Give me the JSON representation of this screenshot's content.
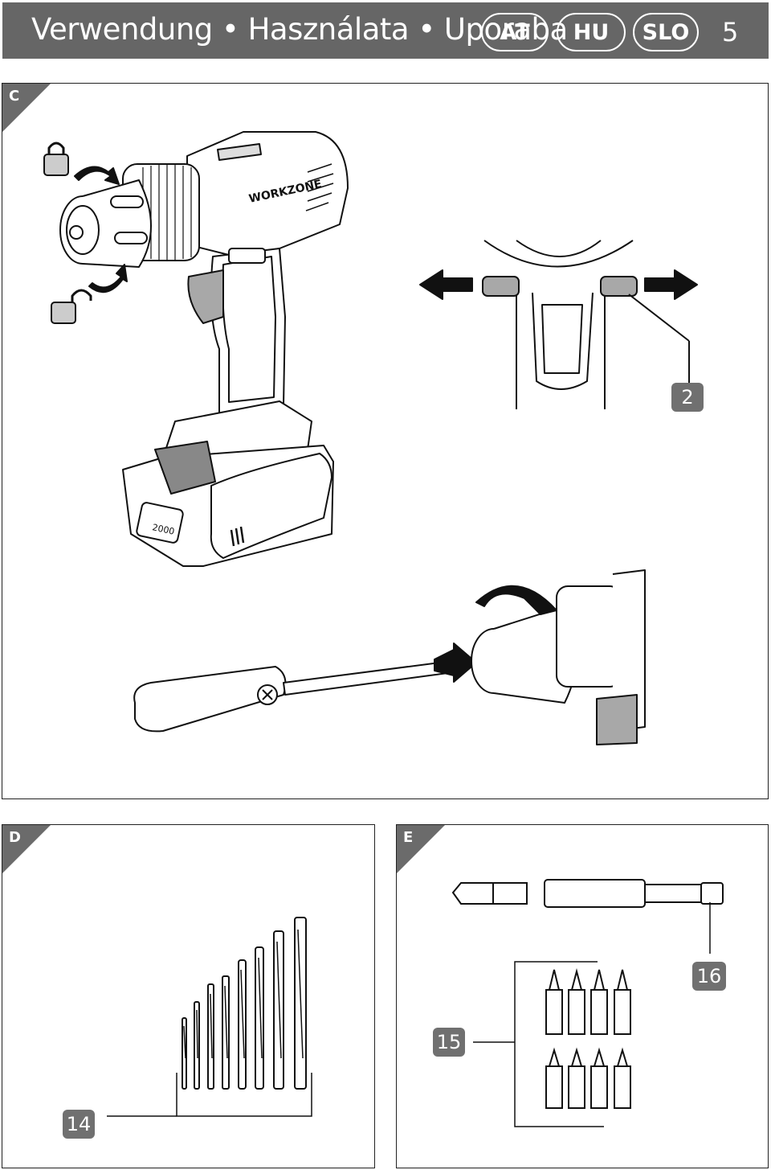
{
  "header": {
    "title": "Verwendung • Használata • Uporaba",
    "countries": [
      "AT",
      "HU",
      "SLO"
    ],
    "page_number": "5"
  },
  "panels": {
    "c": {
      "letter": "C",
      "brand": "WORKZONE",
      "battery_label": "2000",
      "callouts": [
        "2"
      ]
    },
    "d": {
      "letter": "D",
      "callouts": [
        "14"
      ]
    },
    "e": {
      "letter": "E",
      "callouts": [
        "15",
        "16"
      ]
    }
  },
  "colors": {
    "header_bg": "#666666",
    "corner": "#6b6b6b",
    "callout_bg": "#707070",
    "grip_gray": "#a8a8a8"
  }
}
